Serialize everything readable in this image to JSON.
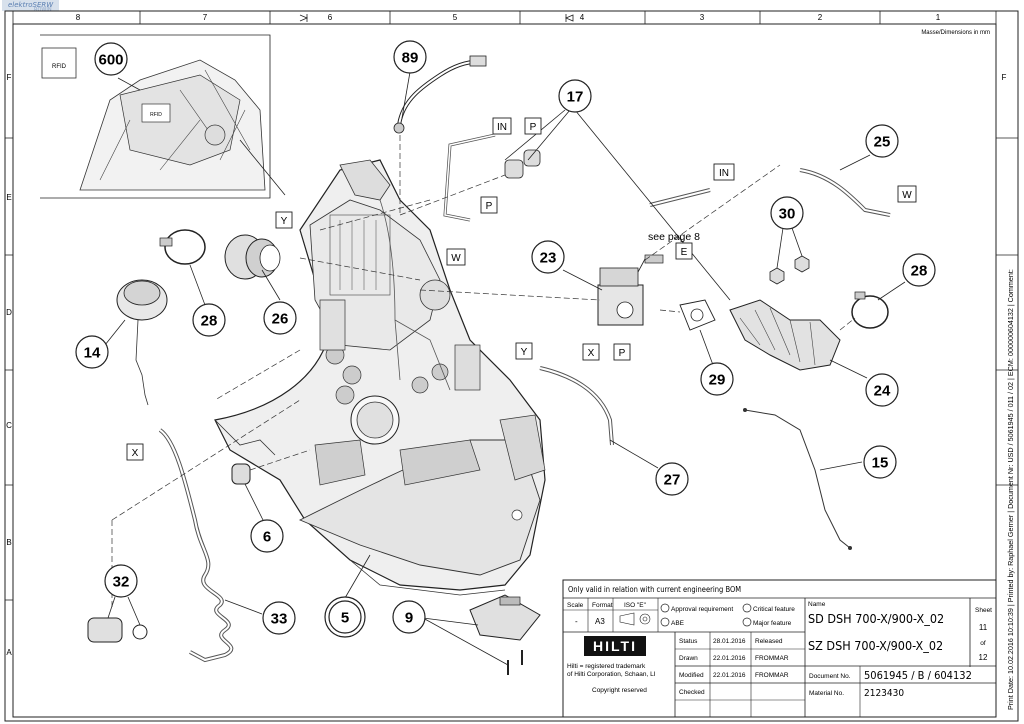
{
  "watermark": {
    "brand": "elektroSERW",
    "sub": "ROWIN"
  },
  "header": {
    "dimensions_note": "Masse/Dimensions in mm"
  },
  "grid": {
    "columns": [
      "8",
      "7",
      "6",
      "5",
      "4",
      "3",
      "2",
      "1"
    ],
    "rows": [
      "F",
      "E",
      "D",
      "C",
      "B",
      "A"
    ]
  },
  "callouts": [
    "600",
    "89",
    "17",
    "25",
    "30",
    "28",
    "23",
    "26",
    "28",
    "14",
    "29",
    "24",
    "27",
    "15",
    "6",
    "32",
    "33",
    "5",
    "9"
  ],
  "tags": [
    "IN",
    "P",
    "IN",
    "P",
    "Y",
    "W",
    "E",
    "X",
    "P",
    "Y",
    "W",
    "X"
  ],
  "inset_label": "RFID",
  "see_page_note": "see page 8",
  "side_strip": "Print Date: 10.02.2016 10:10:39 | Printed by: Raphael Gerner | Document Nr: USD / 5061945 / 011 / 02 | ECM: 000000604132 | Comment:",
  "title_block": {
    "validity_note": "Only valid in relation with current engineering BOM",
    "scale_label": "Scale",
    "scale_value": "-",
    "format_label": "Format",
    "format_value": "A3",
    "iso_label": "ISO \"E\"",
    "approval_requirement": "Approval requirement",
    "critical_feature": "Critical feature",
    "abe": "ABE",
    "major_feature": "Major feature",
    "name_label": "Name",
    "name_line1": "SD  DSH  700-X/900-X_02",
    "name_line2": "SZ  DSH  700-X/900-X_02",
    "sheet_label": "Sheet",
    "sheet_number": "11",
    "sheet_of": "of",
    "sheet_total": "12",
    "logo": "HILTI",
    "trademark_line1": "Hilti = registered trademark",
    "trademark_line2": "of Hilti Corporation, Schaan, LI",
    "copyright": "Copyright reserved",
    "status_rows": [
      {
        "label": "Status",
        "date": "28.01.2016",
        "value": "Released"
      },
      {
        "label": "Drawn",
        "date": "22.01.2016",
        "value": "FROMMAR"
      },
      {
        "label": "Modified",
        "date": "22.01.2016",
        "value": "FROMMAR"
      },
      {
        "label": "Checked",
        "date": "",
        "value": ""
      }
    ],
    "document_no_label": "Document No.",
    "document_no_value": "5061945 / B / 604132",
    "material_no_label": "Material No.",
    "material_no_value": "2123430"
  }
}
